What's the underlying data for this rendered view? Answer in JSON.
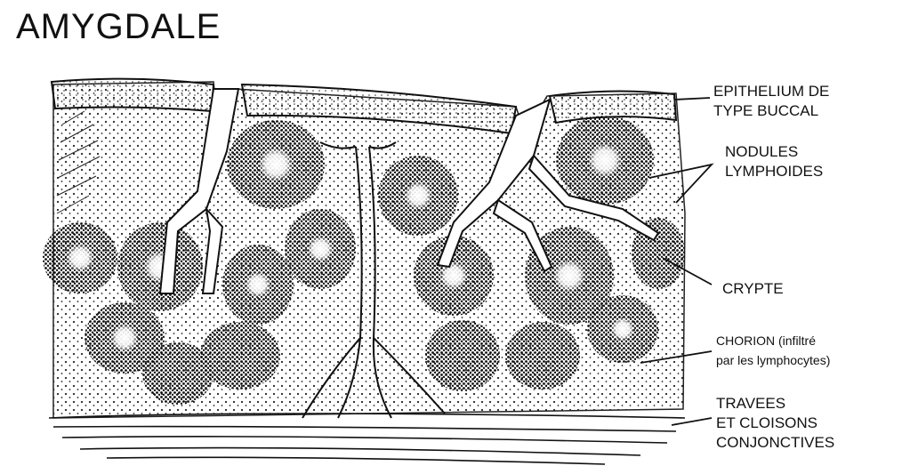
{
  "title": "AMYGDALE",
  "labels": {
    "epithelium": [
      "EPITHELIUM DE",
      "TYPE BUCCAL"
    ],
    "nodules": [
      "NODULES",
      "LYMPHOIDES"
    ],
    "crypte": [
      "CRYPTE"
    ],
    "chorion": [
      "CHORION (infiltré",
      "par les lymphocytes)"
    ],
    "travees": [
      "TRAVEES",
      "ET CLOISONS",
      "CONJONCTIVES"
    ]
  }
}
